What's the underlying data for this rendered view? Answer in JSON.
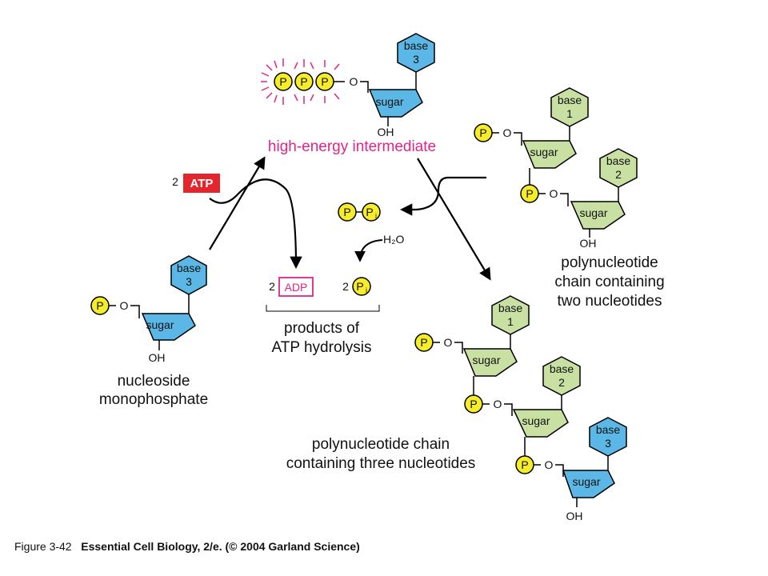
{
  "colors": {
    "base_blue": "#5bb8e6",
    "base_green": "#c9e0a3",
    "phosphate": "#f5ec2a",
    "atp_red": "#e3262e",
    "label_pink": "#e0248a",
    "line": "#000000"
  },
  "labels": {
    "phosphate": "P",
    "phosphate_i": "P",
    "subscript_i": "i",
    "oxygen_link": "O",
    "sugar": "sugar",
    "oh": "OH",
    "base": "base",
    "base1_num": "1",
    "base2_num": "2",
    "base3_num": "3"
  },
  "nucleoside_monophosphate": {
    "line1": "nucleoside",
    "line2": "monophosphate"
  },
  "atp_input": {
    "count": "2",
    "name": "ATP"
  },
  "high_energy_intermediate": {
    "label": "high-energy intermediate"
  },
  "products": {
    "adp_count": "2",
    "adp": "ADP",
    "pi_count": "2",
    "line1": "products of",
    "line2": "ATP hydrolysis"
  },
  "pyrophosphate": {
    "water": "H₂O"
  },
  "two_nucleotide_chain": {
    "line1": "polynucleotide",
    "line2": "chain containing",
    "line3": "two nucleotides"
  },
  "three_nucleotide_chain": {
    "line1": "polynucleotide chain",
    "line2": "containing three nucleotides"
  },
  "caption": {
    "figure": "Figure 3-42",
    "text": "Essential Cell Biology, 2/e. (© 2004 Garland Science)"
  }
}
